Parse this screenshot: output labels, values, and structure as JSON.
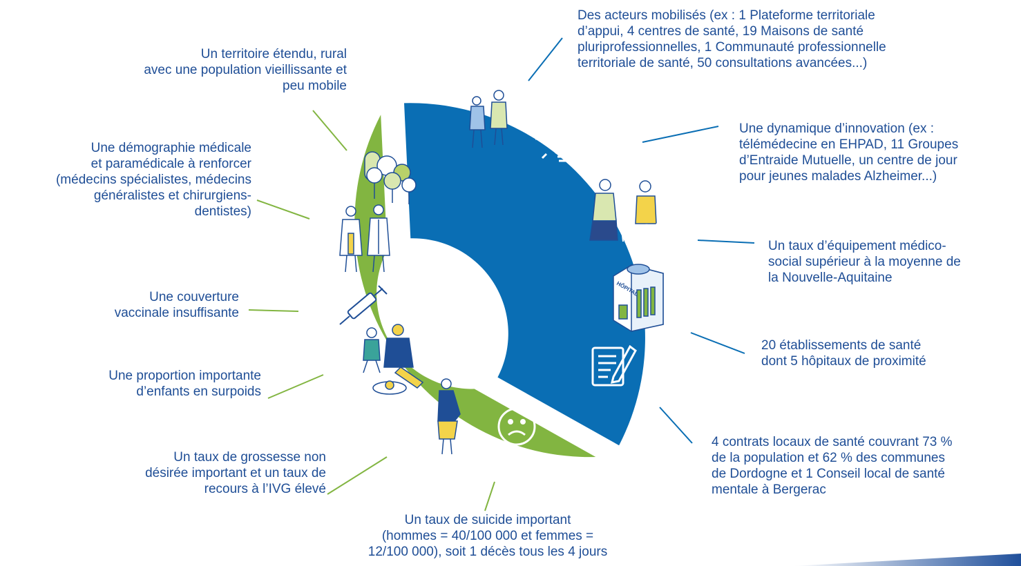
{
  "colors": {
    "green": "#82b541",
    "blue": "#0a6eb4",
    "text": "#1f4e96",
    "line_green": "#82b541",
    "line_blue": "#0a6eb4",
    "corner": "#1f4f9b"
  },
  "challenges": [
    {
      "id": "territoire",
      "text": "Un territoire étendu, rural\navec une population vieillissante et\npeu mobile"
    },
    {
      "id": "demographie",
      "text": "Une démographie médicale\net paramédicale à renforcer\n(médecins spécialistes, médecins\ngénéralistes et chirurgiens-\ndentistes)"
    },
    {
      "id": "vaccinale",
      "text": "Une couverture\nvaccinale insuffisante"
    },
    {
      "id": "surpoids",
      "text": "Une proportion importante\nd’enfants en surpoids"
    },
    {
      "id": "grossesse",
      "text": "Un taux de grossesse non\ndésirée important et un taux de\nrecours à l’IVG élevé"
    },
    {
      "id": "suicide",
      "text": "Un taux de suicide important\n(hommes = 40/100 000 et femmes =\n12/100 000), soit 1 décès tous les 4 jours"
    }
  ],
  "strengths": [
    {
      "id": "acteurs",
      "text": "Des acteurs mobilisés (ex : 1 Plateforme territoriale\nd’appui, 4 centres de santé, 19 Maisons de santé\npluriprofessionnelles, 1 Communauté professionnelle\nterritoriale de santé, 50 consultations avancées...)"
    },
    {
      "id": "innovation",
      "text": "Une dynamique d’innovation (ex :\ntélémédecine en EHPAD, 11 Groupes\nd’Entraide Mutuelle, un centre de jour\npour jeunes malades Alzheimer...)"
    },
    {
      "id": "equipement",
      "text": "Un taux d’équipement médico-\nsocial supérieur à la moyenne de\nla Nouvelle-Aquitaine"
    },
    {
      "id": "etablissements",
      "text": "20 établissements de santé\ndont 5 hôpitaux de proximité"
    },
    {
      "id": "contrats",
      "text": "4 contrats locaux de santé couvrant 73 %\nde la population et 62 % des communes\nde Dordogne et 1 Conseil local de santé\nmentale à Bergerac"
    }
  ],
  "hospital_sign": "HÔPITAL",
  "icons": [
    "trees-icon",
    "doctors-icon",
    "syringe-icon",
    "family-picnic-icon",
    "pregnant-woman-icon",
    "sad-face-icon",
    "people-icon",
    "lightbulb-icon",
    "elderly-wheelchair-icon",
    "hospital-icon",
    "document-pen-icon"
  ]
}
